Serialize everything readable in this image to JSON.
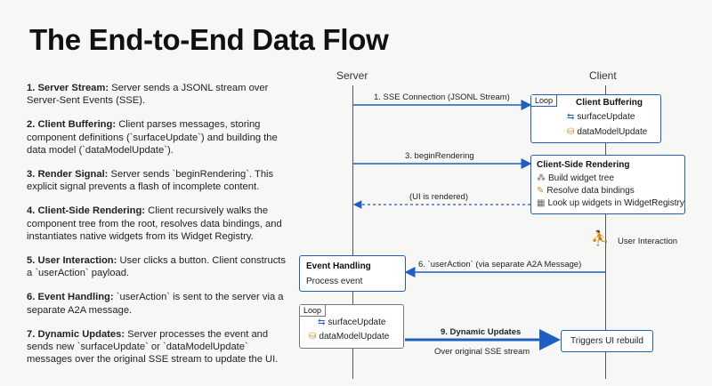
{
  "title": "The End-to-End Data Flow",
  "steps": [
    {
      "num": "1.",
      "head": "Server Stream:",
      "body": "Server sends a JSONL stream over Server-Sent Events (SSE)."
    },
    {
      "num": "2.",
      "head": "Client Buffering:",
      "body": "Client parses messages, storing component definitions (`surfaceUpdate`) and building the data model (`dataModelUpdate`)."
    },
    {
      "num": "3.",
      "head": "Render Signal:",
      "body": "Server sends `beginRendering`. This explicit signal prevents a flash of incomplete content."
    },
    {
      "num": "4.",
      "head": "Client-Side Rendering:",
      "body": "Client recursively walks the component tree from the root, resolves data bindings, and instantiates native widgets from its Widget Registry."
    },
    {
      "num": "5.",
      "head": "User Interaction:",
      "body": "User clicks a button. Client constructs a `userAction` payload."
    },
    {
      "num": "6.",
      "head": "Event Handling:",
      "body": "`userAction` is sent to the server via a separate A2A message."
    },
    {
      "num": "7.",
      "head": "Dynamic Updates:",
      "body": "Server processes the event and sends new `surfaceUpdate` or `dataModelUpdate` messages over the original SSE stream to update the UI."
    }
  ],
  "diagram": {
    "server_label": "Server",
    "client_label": "Client",
    "msg1": "1. SSE Connection (JSONL Stream)",
    "msg3": "3. beginRendering",
    "msg_rendered": "(UI is rendered)",
    "msg6": "6. `userAction` (via separate A2A Message)",
    "msg9": "9. Dynamic Updates",
    "msg9_sub": "Over original SSE stream",
    "client_buffering": {
      "loop": "Loop",
      "title": "Client Buffering",
      "item1": "surfaceUpdate",
      "item2": "dataModelUpdate"
    },
    "client_rendering": {
      "title": "Client-Side Rendering",
      "item1": "Build widget tree",
      "item2": "Resolve data bindings",
      "item3": "Look up widgets in WidgetRegistry"
    },
    "user_interaction": "User Interaction",
    "event_handling": {
      "title": "Event Handling",
      "text": "Process event"
    },
    "server_loop": {
      "loop": "Loop",
      "item1": "surfaceUpdate",
      "item2": "dataModelUpdate"
    },
    "triggers": "Triggers UI rebuild",
    "colors": {
      "accent": "#1f5fbf",
      "line": "#555555"
    }
  }
}
